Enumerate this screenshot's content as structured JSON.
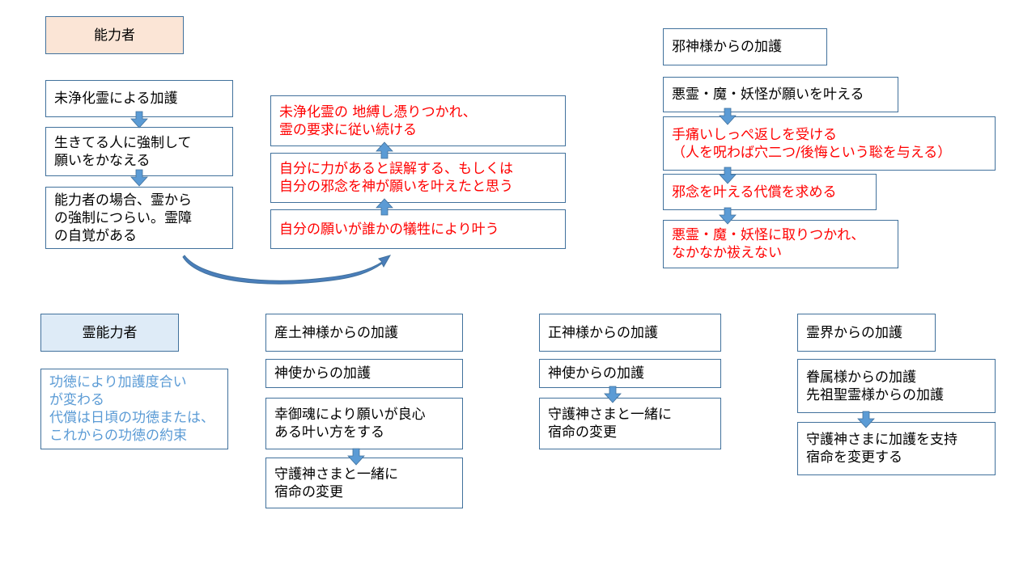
{
  "left_top": {
    "title": "能力者",
    "boxes": [
      [
        "未浄化霊による加護"
      ],
      [
        "生きてる人に強制して",
        "願いをかなえる"
      ],
      [
        "能力者の場合、霊から",
        "の強制につらい。霊障",
        "の自覚がある"
      ]
    ]
  },
  "middle_top": {
    "boxes": [
      [
        "未浄化霊の 地縛し憑りつかれ、",
        "霊の要求に従い続ける"
      ],
      [
        "自分に力があると誤解する、もしくは",
        "自分の邪念を神が願いを叶えたと思う"
      ],
      [
        "自分の願いが誰かの犠牲により叶う"
      ]
    ]
  },
  "right_top": {
    "title": "邪神様からの加護",
    "boxes": [
      [
        "悪霊・魔・妖怪が願いを叶える"
      ],
      [
        "手痛いしっぺ返しを受ける",
        "（人を呪わば穴二つ/後悔という聡を与える）"
      ],
      [
        "邪念を叶える代償を求める"
      ],
      [
        "悪霊・魔・妖怪に取りつかれ、",
        "なかなか祓えない"
      ]
    ]
  },
  "bottom_left": {
    "title": "霊能力者",
    "note": [
      "功徳により加護度合い",
      "が変わる",
      "代償は日頃の功徳または、",
      "これからの功徳の約束"
    ]
  },
  "ubusuna": {
    "title": "産土神様からの加護",
    "boxes": [
      [
        "神使からの加護"
      ],
      [
        "幸御魂により願いが良心",
        "ある叶い方をする"
      ],
      [
        "守護神さまと一緒に",
        "宿命の変更"
      ]
    ]
  },
  "seishin": {
    "title": "正神様からの加護",
    "boxes": [
      [
        "神使からの加護"
      ],
      [
        "守護神さまと一緒に",
        "宿命の変更"
      ]
    ]
  },
  "reikai": {
    "title": "霊界からの加護",
    "boxes": [
      [
        "眷属様からの加護",
        "先祖聖霊様からの加護"
      ],
      [
        "守護神さまに加護を支持",
        "宿命を変更する"
      ]
    ]
  },
  "colors": {
    "border": "#41719c",
    "arrow": "#5b9bd5",
    "red": "#ff0000",
    "orange_fill": "#fbe5d6",
    "blue_fill": "#deebf7"
  }
}
